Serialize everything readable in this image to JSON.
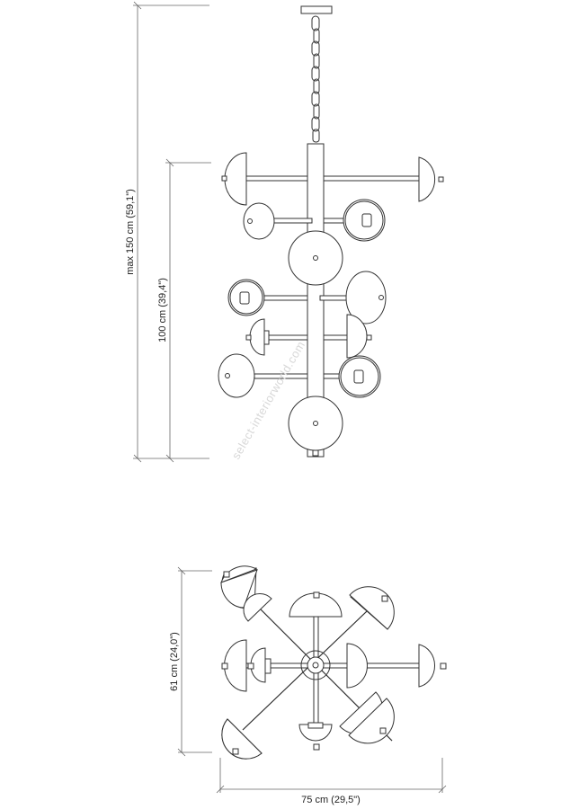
{
  "dimensions": {
    "max_height": "max 150 cm (59,1\")",
    "body_height": "100 cm (39,4\")",
    "depth": "61 cm (24,0\")",
    "width": "75 cm (29,5\")"
  },
  "watermark": "select-interiorworld.com"
}
